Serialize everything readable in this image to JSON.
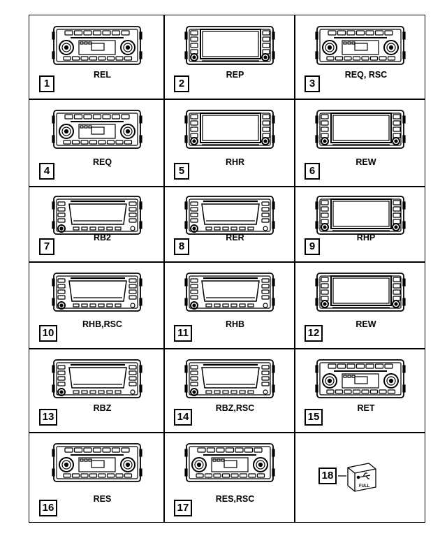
{
  "cells": [
    {
      "number": "1",
      "label": "REL",
      "style": "knob"
    },
    {
      "number": "2",
      "label": "REP",
      "style": "screen"
    },
    {
      "number": "3",
      "label": "REQ, RSC",
      "style": "knob"
    },
    {
      "number": "4",
      "label": "REQ",
      "style": "knob"
    },
    {
      "number": "5",
      "label": "RHR",
      "style": "screen"
    },
    {
      "number": "6",
      "label": "REW",
      "style": "screen"
    },
    {
      "number": "7",
      "label": "RB2",
      "style": "slot"
    },
    {
      "number": "8",
      "label": "RER",
      "style": "slot"
    },
    {
      "number": "9",
      "label": "RHP",
      "style": "screen"
    },
    {
      "number": "10",
      "label": "RHB,RSC",
      "style": "slot"
    },
    {
      "number": "11",
      "label": "RHB",
      "style": "slot"
    },
    {
      "number": "12",
      "label": "REW",
      "style": "screen"
    },
    {
      "number": "13",
      "label": "RBZ",
      "style": "slot"
    },
    {
      "number": "14",
      "label": "RBZ,RSC",
      "style": "slot"
    },
    {
      "number": "15",
      "label": "RET",
      "style": "knob"
    },
    {
      "number": "16",
      "label": "RES",
      "style": "knob"
    },
    {
      "number": "17",
      "label": "RES,RSC",
      "style": "knob"
    }
  ],
  "usb_item": {
    "number": "18",
    "usb_text": "FULL",
    "icon": "usb-adapter-icon"
  }
}
